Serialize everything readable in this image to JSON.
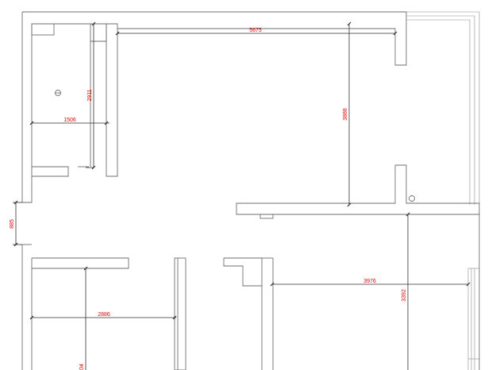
{
  "drawing": {
    "dimensions": [
      {
        "id": "top-span",
        "label": "5675"
      },
      {
        "id": "room-height",
        "label": "3888"
      },
      {
        "id": "closet-height",
        "label": "2911"
      },
      {
        "id": "closet-width",
        "label": "1506"
      },
      {
        "id": "opening",
        "label": "885"
      },
      {
        "id": "right-room-width",
        "label": "3976"
      },
      {
        "id": "right-room-height",
        "label": "3392"
      },
      {
        "id": "left-room-width",
        "label": "2886"
      },
      {
        "id": "left-room-height-partial",
        "label": "04"
      }
    ],
    "colors": {
      "walls": "#6e6e6e",
      "dimension_lines": "#2f2f2f",
      "dimension_text": "#e00000"
    }
  }
}
